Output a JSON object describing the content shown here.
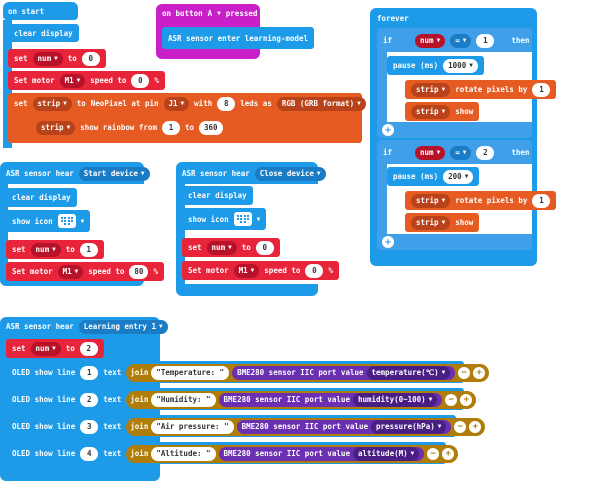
{
  "on_start": {
    "label": "on start",
    "clear_display": "clear display",
    "set1": {
      "set": "set",
      "var": "num",
      "to": "to",
      "val": "0"
    },
    "motor1": {
      "label": "Set motor",
      "motor": "M1",
      "speed": "speed to",
      "val": "0",
      "unit": "%"
    },
    "strip_set": {
      "set": "set",
      "var": "strip",
      "to": "to",
      "neopixel": "NeoPixel at pin",
      "pin": "J1",
      "with": "with",
      "leds": "8",
      "leds_as": "leds as",
      "fmt": "RGB (GRB format)"
    },
    "rainbow": {
      "var": "strip",
      "label": "show rainbow from",
      "from": "1",
      "to": "to",
      "to_val": "360"
    }
  },
  "on_button": {
    "label": "on button",
    "button": "A",
    "pressed": "pressed",
    "asr_learn": "ASR sensor enter learning-model"
  },
  "forever": {
    "label": "forever",
    "if1": {
      "if": "if",
      "var": "num",
      "op": "=",
      "val": "1",
      "then": "then"
    },
    "pause1": {
      "label": "pause (ms)",
      "val": "1000"
    },
    "rotate1": {
      "var": "strip",
      "label": "rotate pixels by",
      "val": "1"
    },
    "show1": {
      "var": "strip",
      "label": "show"
    },
    "if2": {
      "if": "if",
      "var": "num",
      "op": "=",
      "val": "2",
      "then": "then"
    },
    "pause2": {
      "label": "pause (ms)",
      "val": "200"
    },
    "rotate2": {
      "var": "strip",
      "label": "rotate pixels by",
      "val": "1"
    },
    "show2": {
      "var": "strip",
      "label": "show"
    }
  },
  "asr_start": {
    "label": "ASR sensor hear",
    "phrase": "Start device",
    "clear_display": "clear display",
    "show_icon": "show icon",
    "set": {
      "set": "set",
      "var": "num",
      "to": "to",
      "val": "1"
    },
    "motor": {
      "label": "Set motor",
      "motor": "M1",
      "speed": "speed to",
      "val": "80",
      "unit": "%"
    }
  },
  "asr_close": {
    "label": "ASR sensor hear",
    "phrase": "Close device",
    "clear_display": "clear display",
    "show_icon": "show icon",
    "set": {
      "set": "set",
      "var": "num",
      "to": "to",
      "val": "0"
    },
    "motor": {
      "label": "Set motor",
      "motor": "M1",
      "speed": "speed to",
      "val": "0",
      "unit": "%"
    }
  },
  "asr_learn": {
    "label": "ASR sensor hear",
    "phrase": "Learning entry 1",
    "set": {
      "set": "set",
      "var": "num",
      "to": "to",
      "val": "2"
    },
    "oled_label": "OLED show line",
    "text": "text",
    "join": "join",
    "bme_label": "BME280 sensor IIC port value",
    "lines": [
      {
        "line": "1",
        "str": "\"Temperature: \"",
        "measure": "temperature(℃)"
      },
      {
        "line": "2",
        "str": "\"Humidity: \"",
        "measure": "humidity(0~100)"
      },
      {
        "line": "3",
        "str": "\"Air pressure: \"",
        "measure": "pressure(hPa)"
      },
      {
        "line": "4",
        "str": "\"Altitude: \"",
        "measure": "altitude(M)"
      }
    ]
  },
  "colors": {
    "basic": "#1e9be8",
    "motor": "#e8243b",
    "input": "#c81fc8",
    "neopixel": "#e55b22",
    "text": "#b07d0a",
    "logic": "#3f9fe8"
  },
  "icons": [
    "heart-grid-icon"
  ]
}
